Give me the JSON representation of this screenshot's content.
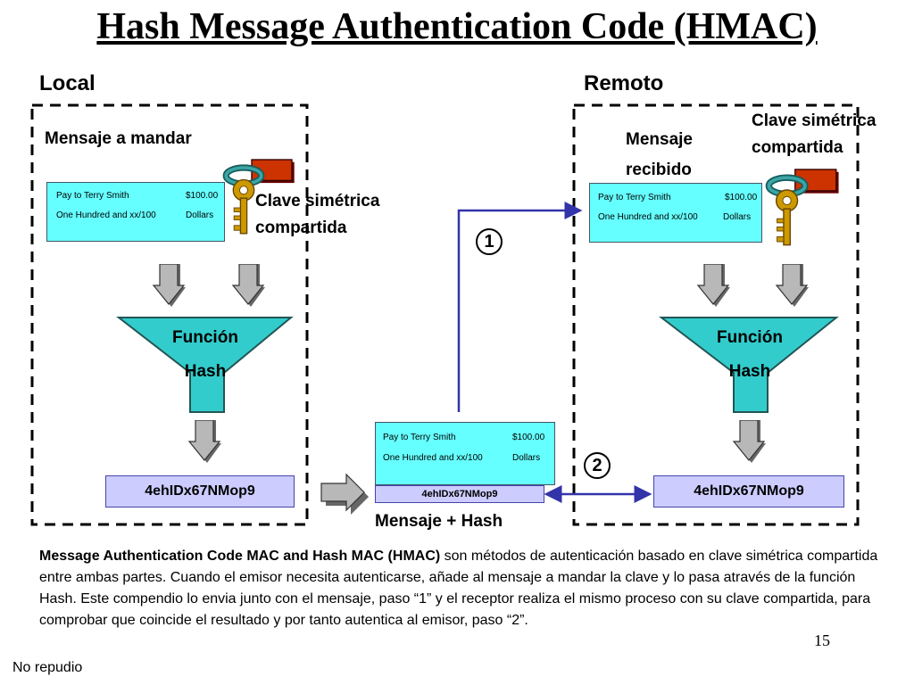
{
  "title": "Hash Message Authentication Code (HMAC)",
  "local": {
    "header": "Local",
    "message_label": "Mensaje a mandar",
    "key_label_line1": "Clave simétrica",
    "key_label_line2": "compartida",
    "check": {
      "line1_left": "Pay to Terry Smith",
      "line1_right": "$100.00",
      "line2_left": "One Hundred and xx/100",
      "line2_right": "Dollars"
    },
    "function_line1": "Función",
    "function_line2": "Hash",
    "hash_value": "4ehIDx67NMop9"
  },
  "remote": {
    "header": "Remoto",
    "message_label_line1": "Mensaje",
    "message_label_line2": "recibido",
    "key_label_line1": "Clave simétrica",
    "key_label_line2": "compartida",
    "check": {
      "line1_left": "Pay to Terry  Smith",
      "line1_right": "$100.00",
      "line2_left": "One Hundred and xx/100",
      "line2_right": "Dollars"
    },
    "function_line1": "Función",
    "function_line2": "Hash",
    "hash_value": "4ehIDx67NMop9"
  },
  "middle": {
    "check": {
      "line1_left": "Pay to Terry Smith",
      "line1_right": "$100.00",
      "line2_left": "One Hundred and xx/100",
      "line2_right": "Dollars"
    },
    "hash_value": "4ehIDx67NMop9",
    "label": "Mensaje + Hash"
  },
  "steps": {
    "step1": "1",
    "step2": "2"
  },
  "description": {
    "bold": "Message Authentication Code MAC and Hash MAC (HMAC)",
    "text": " son métodos de autenticación basado en clave simétrica compartida entre ambas partes. Cuando el emisor necesita autenticarse, añade al mensaje a mandar la clave y lo pasa através de la función Hash. Este compendio lo envia junto con el mensaje, paso “1” y el receptor realiza el mismo proceso con su clave compartida, para comprobar que coincide el resultado y por tanto autentica al emisor, paso “2”."
  },
  "page_number": "15",
  "footer": "No repudio",
  "colors": {
    "check_fill": "#66ffff",
    "funnel_fill": "#33cccc",
    "hash_fill": "#ccccff",
    "arrow_fill": "#b0b0b0",
    "connector": "#3333aa",
    "key_gold": "#cc9900",
    "key_ring": "#2a8a8a",
    "key_tag": "#cc3300"
  }
}
